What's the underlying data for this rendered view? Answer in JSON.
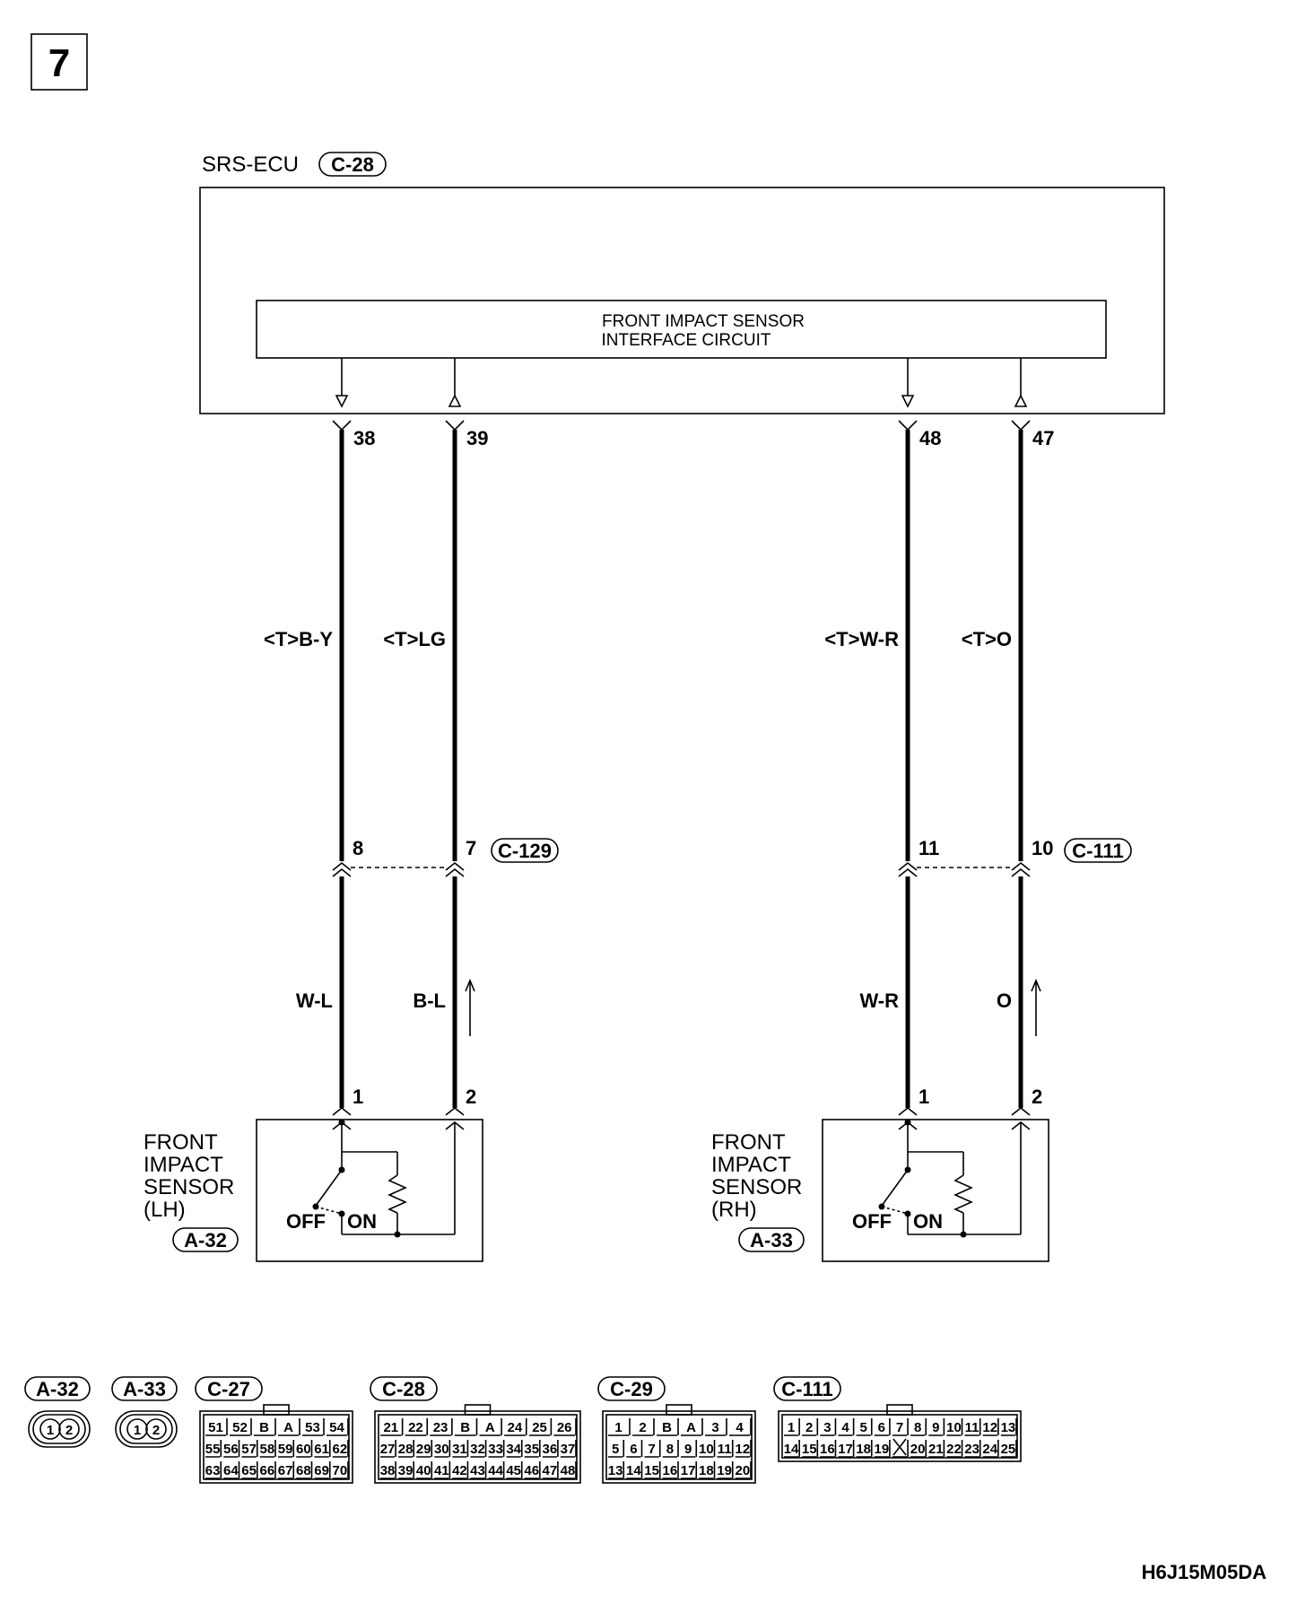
{
  "page_number": "7",
  "figure_code": "H6J15M05DA",
  "ecu": {
    "label": "SRS-ECU",
    "connector": "C-28",
    "circuit_line1": "FRONT IMPACT SENSOR",
    "circuit_line2": "INTERFACE CIRCUIT"
  },
  "pins": {
    "p38": "38",
    "p39": "39",
    "p48": "48",
    "p47": "47"
  },
  "wire_colors": {
    "w1_upper": "<T>B-Y",
    "w2_upper": "<T>LG",
    "w3_upper": "<T>W-R",
    "w4_upper": "<T>O",
    "w1_lower": "W-L",
    "w2_lower": "B-L",
    "w3_lower": "W-R",
    "w4_lower": "O"
  },
  "junctions": {
    "left_a": "8",
    "left_b": "7",
    "left_conn": "C-129",
    "right_a": "11",
    "right_b": "10",
    "right_conn": "C-111"
  },
  "sensors": {
    "left": {
      "line1": "FRONT",
      "line2": "IMPACT",
      "line3": "SENSOR",
      "line4": "(LH)",
      "connector": "A-32",
      "pin1": "1",
      "pin2": "2",
      "off": "OFF",
      "on": "ON"
    },
    "right": {
      "line1": "FRONT",
      "line2": "IMPACT",
      "line3": "SENSOR",
      "line4": "(RH)",
      "connector": "A-33",
      "pin1": "1",
      "pin2": "2",
      "off": "OFF",
      "on": "ON"
    }
  },
  "connector_views": {
    "a32": {
      "label": "A-32",
      "pins": [
        "1",
        "2"
      ]
    },
    "a33": {
      "label": "A-33",
      "pins": [
        "1",
        "2"
      ]
    },
    "c27": {
      "label": "C-27",
      "row1": [
        "51",
        "52",
        "B",
        "A",
        "53",
        "54"
      ],
      "row2": [
        "55",
        "56",
        "57",
        "58",
        "59",
        "60",
        "61",
        "62"
      ],
      "row3": [
        "63",
        "64",
        "65",
        "66",
        "67",
        "68",
        "69",
        "70"
      ]
    },
    "c28": {
      "label": "C-28",
      "row1": [
        "21",
        "22",
        "23",
        "B",
        "A",
        "24",
        "25",
        "26"
      ],
      "row2": [
        "27",
        "28",
        "29",
        "30",
        "31",
        "32",
        "33",
        "34",
        "35",
        "36",
        "37"
      ],
      "row3": [
        "38",
        "39",
        "40",
        "41",
        "42",
        "43",
        "44",
        "45",
        "46",
        "47",
        "48"
      ]
    },
    "c29": {
      "label": "C-29",
      "row1": [
        "1",
        "2",
        "B",
        "A",
        "3",
        "4"
      ],
      "row2": [
        "5",
        "6",
        "7",
        "8",
        "9",
        "10",
        "11",
        "12"
      ],
      "row3": [
        "13",
        "14",
        "15",
        "16",
        "17",
        "18",
        "19",
        "20"
      ]
    },
    "c111": {
      "label": "C-111",
      "row1": [
        "1",
        "2",
        "3",
        "4",
        "5",
        "6",
        "7",
        "8",
        "9",
        "10",
        "11",
        "12",
        "13"
      ],
      "row2": [
        "14",
        "15",
        "16",
        "17",
        "18",
        "19",
        "",
        "20",
        "21",
        "22",
        "23",
        "24",
        "25"
      ]
    }
  }
}
